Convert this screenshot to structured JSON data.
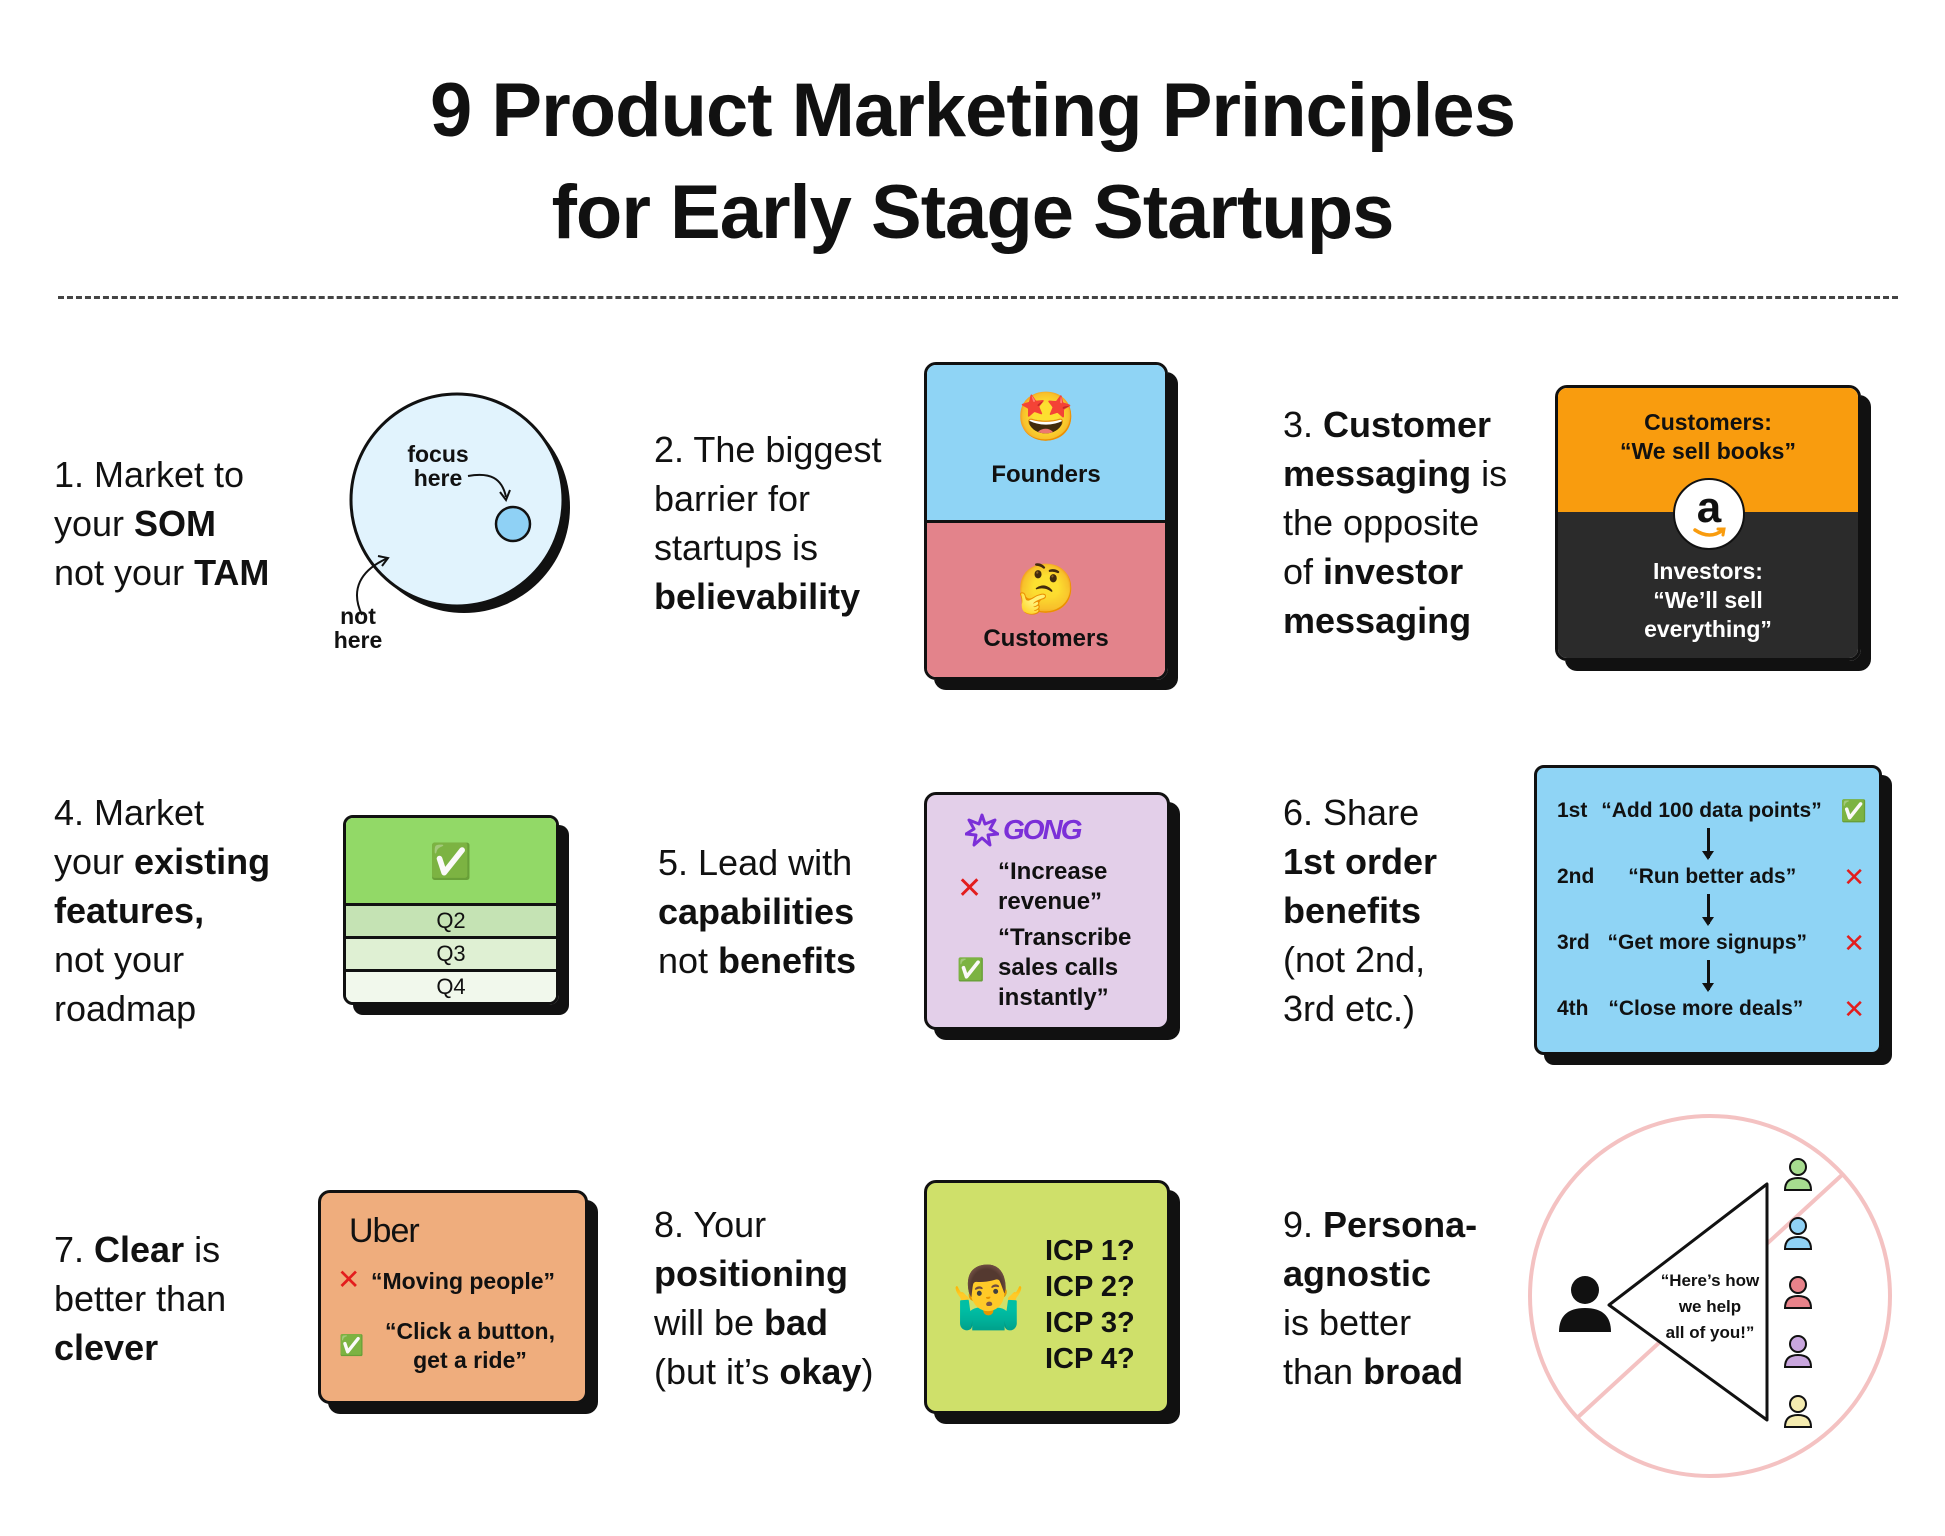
{
  "title": {
    "line1": "9 Product Marketing Principles",
    "line2": "for Early Stage Startups"
  },
  "p1": {
    "t1": "1. Market to",
    "t2": "your ",
    "som": "SOM",
    "t3": "not your ",
    "tam": "TAM",
    "focus1": "focus",
    "focus2": "here",
    "not1": "not",
    "not2": "here"
  },
  "p2": {
    "t1": "2. The biggest",
    "t2": "barrier for",
    "t3": "startups is",
    "t4": "believability",
    "founders": "Founders",
    "customers": "Customers",
    "founders_emoji": "🤩",
    "customers_emoji": "🤔"
  },
  "p3": {
    "t1": "3. ",
    "t1b": "Customer",
    "t2b": "messaging",
    "t2": " is",
    "t3": "the opposite",
    "t4": "of ",
    "t4b": "investor",
    "t5b": "messaging",
    "cust_label": "Customers:",
    "cust_quote": "“We sell books”",
    "inv_label": "Investors:",
    "inv_quote1": "“We’ll sell",
    "inv_quote2": "everything”",
    "logo": "a"
  },
  "p4": {
    "t1": "4. Market",
    "t2": "your ",
    "t2b": "existing",
    "t3b": "features,",
    "t4": "not your",
    "t5": "roadmap",
    "check": "✅",
    "rows": [
      "Q2",
      "Q3",
      "Q4"
    ]
  },
  "p5": {
    "t1": "5. Lead with",
    "t2b": "capabilities",
    "t3": "not ",
    "t3b": "benefits",
    "brand": "GONG",
    "bad1": "“Increase",
    "bad2": "revenue”",
    "good1": "“Transcribe",
    "good2": "sales calls",
    "good3": "instantly”",
    "x": "✕",
    "check": "✅"
  },
  "p6": {
    "t1": "6. Share",
    "t2b": "1st order",
    "t3b": "benefits",
    "t4": "(not 2nd,",
    "t5": "3rd etc.)",
    "rows": [
      {
        "order": "1st",
        "text": "“Add 100 data points”",
        "mark": "✅"
      },
      {
        "order": "2nd",
        "text": "“Run better ads”",
        "mark": "✕"
      },
      {
        "order": "3rd",
        "text": "“Get more signups”",
        "mark": "✕"
      },
      {
        "order": "4th",
        "text": "“Close more deals”",
        "mark": "✕"
      }
    ]
  },
  "p7": {
    "t1": "7. ",
    "t1b": "Clear",
    "t1c": " is",
    "t2": "better than",
    "t3b": "clever",
    "brand": "Uber",
    "bad": "“Moving people”",
    "good1": "“Click a button,",
    "good2": "get a ride”",
    "x": "✕",
    "check": "✅"
  },
  "p8": {
    "t1": "8. Your",
    "t2b": "positioning",
    "t3": "will be ",
    "t3b": "bad",
    "t4": "(but it’s ",
    "t4b": "okay",
    "t4c": ")",
    "emoji": "🤷‍♂️",
    "icps": [
      "ICP 1?",
      "ICP 2?",
      "ICP 3?",
      "ICP 4?"
    ]
  },
  "p9": {
    "t1": "9. ",
    "t1b": "Persona-",
    "t2b": "agnostic",
    "t3": "is better",
    "t4": "than ",
    "t4b": "broad",
    "q1": "“Here’s how",
    "q2": "we help",
    "q3": "all of you!”"
  },
  "colors": {
    "circle_fill": "#e1f3fd",
    "dot": "#8fd1f5",
    "founders": "#8fd4f5",
    "customers": "#e3838b",
    "amazon_orange": "#f99c0e",
    "amazon_dark": "#2b2b2b",
    "feat_top": "#92d967",
    "q2": "#c5e3b4",
    "q3": "#dff0d3",
    "q4": "#f1f8ec",
    "gong_bg": "#e3cfe9",
    "gong_brand": "#7b2fd8",
    "benefits_bg": "#8fd4f5",
    "uber_bg": "#efad7d",
    "icp_bg": "#cfe06a",
    "red_x": "#e31d1d",
    "ban": "#f4c2c2"
  }
}
